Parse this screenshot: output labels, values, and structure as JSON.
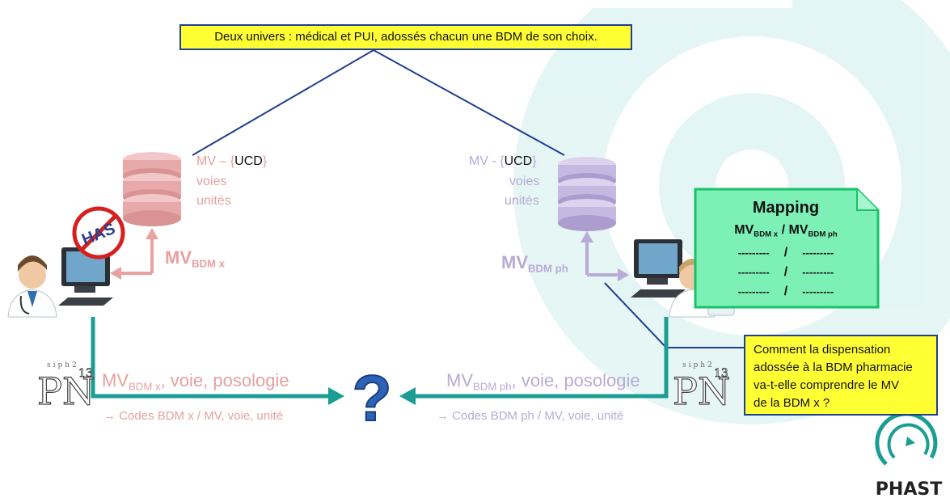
{
  "top_callout": "Deux univers : médical et PUI, adossés chacun une BDM de son choix.",
  "left_db": {
    "mv_prefix": "MV – {",
    "ucd": "UCD",
    "mv_suffix": "}",
    "line2": "voies",
    "line3": "unités"
  },
  "right_db": {
    "mv_prefix": "MV - {",
    "ucd": "UCD",
    "mv_suffix": "}",
    "line2": "voies",
    "line3": "unités"
  },
  "left_mv": {
    "main": "MV",
    "sub": "BDM x"
  },
  "right_mv": {
    "main": "MV",
    "sub": "BDM ph"
  },
  "has_logo": "HAS",
  "mapping": {
    "title": "Mapping",
    "header_mv1": "MV",
    "header_sub1": "BDM x",
    "header_sep": " / ",
    "header_mv2": "MV",
    "header_sub2": "BDM ph",
    "rows": [
      {
        "left": "---------",
        "sep": "/",
        "right": "---------"
      },
      {
        "left": "---------",
        "sep": "/",
        "right": "---------"
      },
      {
        "left": "---------",
        "sep": "/",
        "right": "---------"
      }
    ]
  },
  "bottom_left": {
    "mv": "MV",
    "sub": "BDM x",
    "rest": ", voie, posologie",
    "codes": "→ Codes BDM x / MV, voie, unité"
  },
  "bottom_right": {
    "mv": "MV",
    "sub": "BDM ph",
    "rest": ", voie, posologie",
    "codes": "→ Codes BDM ph / MV, voie, unité"
  },
  "question_mark": "?",
  "right_callout": "Comment la dispensation adossée à la BDM pharmacie va-t-elle comprendre le MV de la BDM x ?",
  "right_callout_lines": [
    "Comment la dispensation",
    "adossée à la BDM pharmacie",
    "va-t-elle comprendre le MV",
    "de la BDM x ?"
  ],
  "pn_logo": {
    "main": "PN",
    "super": "13",
    "top": "siph2"
  },
  "phast_logo": "PHAST",
  "colors": {
    "teal": "#1a9e94",
    "navy": "#1f3f8f",
    "pink": "#e8a0a0",
    "lavender": "#b9aad6",
    "callout_yellow": "#ffff33",
    "mapping_green": "#7df0b6"
  }
}
